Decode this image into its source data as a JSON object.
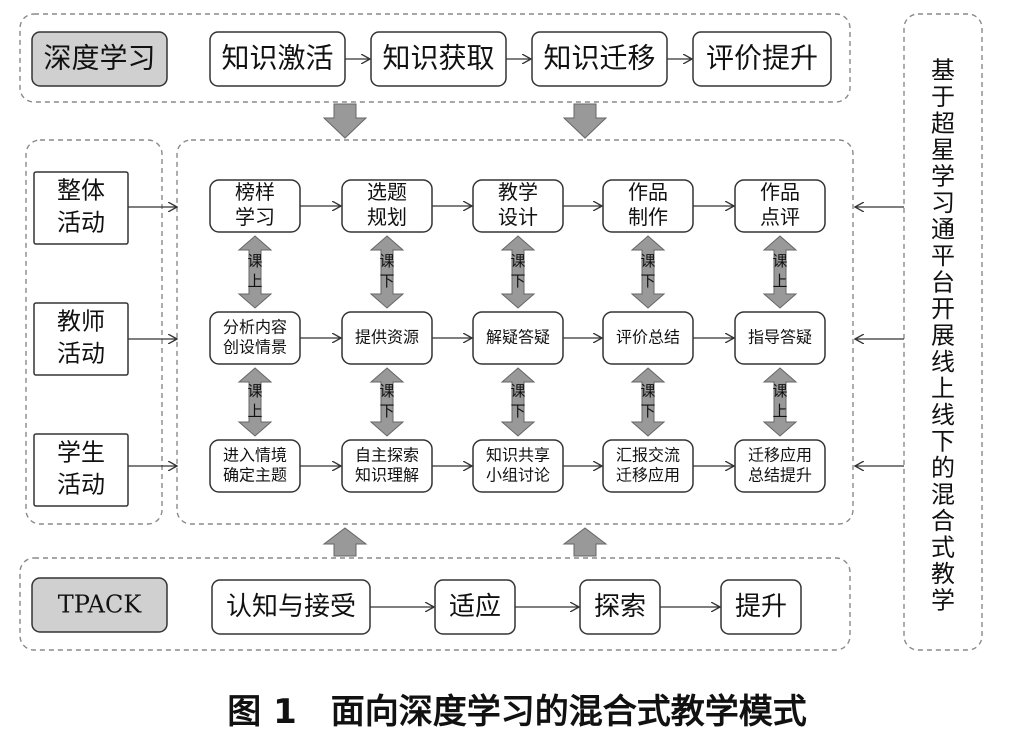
{
  "top": {
    "label": "深度学习",
    "steps": [
      "知识激活",
      "知识获取",
      "知识迁移",
      "评价提升"
    ]
  },
  "bottom": {
    "label": "TPACK",
    "steps": [
      "认知与接受",
      "适应",
      "探索",
      "提升"
    ]
  },
  "left_rows": [
    [
      "整体",
      "活动"
    ],
    [
      "教师",
      "活动"
    ],
    [
      "学生",
      "活动"
    ]
  ],
  "grid": {
    "row1": [
      [
        "榜样",
        "学习"
      ],
      [
        "选题",
        "规划"
      ],
      [
        "教学",
        "设计"
      ],
      [
        "作品",
        "制作"
      ],
      [
        "作品",
        "点评"
      ]
    ],
    "row2": [
      [
        "分析内容",
        "创设情景"
      ],
      [
        "提供资源"
      ],
      [
        "解疑答疑"
      ],
      [
        "评价总结"
      ],
      [
        "指导答疑"
      ]
    ],
    "row3": [
      [
        "进入情境",
        "确定主题"
      ],
      [
        "自主探索",
        "知识理解"
      ],
      [
        "知识共享",
        "小组讨论"
      ],
      [
        "汇报交流",
        "迁移应用"
      ],
      [
        "迁移应用",
        "总结提升"
      ]
    ],
    "links_row1_row2": [
      [
        "课",
        "上"
      ],
      [
        "课",
        "下"
      ],
      [
        "课",
        "下"
      ],
      [
        "课",
        "下"
      ],
      [
        "课",
        "上"
      ]
    ],
    "links_row2_row3": [
      [
        "课",
        "上"
      ],
      [
        "课",
        "下"
      ],
      [
        "课",
        "下"
      ],
      [
        "课",
        "下"
      ],
      [
        "课",
        "上"
      ]
    ]
  },
  "right_label": "基于超星学习通平台开展线上线下的混合式教学",
  "caption": "图 1　面向深度学习的混合式教学模式",
  "colors": {
    "gray_box": "#d0d0d0",
    "arrow_gray": "#999999",
    "dash": "#8a8a8a"
  }
}
